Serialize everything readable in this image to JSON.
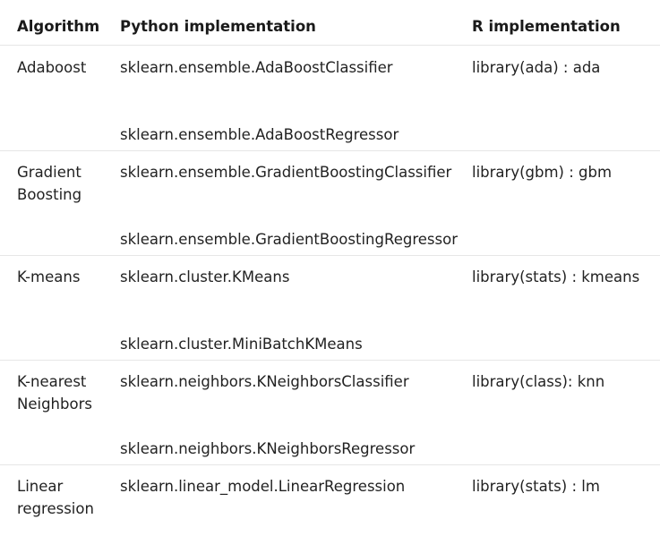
{
  "table": {
    "headers": {
      "algorithm": "Algorithm",
      "python": "Python implementation",
      "r": "R implementation"
    },
    "rows": [
      {
        "algorithm_line1": "Adaboost",
        "algorithm_line2": "",
        "python_1": "sklearn.ensemble.AdaBoostClassifier",
        "python_2": "sklearn.ensemble.AdaBoostRegressor",
        "r": "library(ada) : ada"
      },
      {
        "algorithm_line1": "Gradient",
        "algorithm_line2": "Boosting",
        "python_1": "sklearn.ensemble.GradientBoostingClassifier",
        "python_2": "sklearn.ensemble.GradientBoostingRegressor",
        "r": "library(gbm) : gbm"
      },
      {
        "algorithm_line1": "K-means",
        "algorithm_line2": "",
        "python_1": "sklearn.cluster.KMeans",
        "python_2": "sklearn.cluster.MiniBatchKMeans",
        "r": "library(stats) : kmeans"
      },
      {
        "algorithm_line1": "K-nearest",
        "algorithm_line2": "Neighbors",
        "python_1": "sklearn.neighbors.KNeighborsClassifier",
        "python_2": "sklearn.neighbors.KNeighborsRegressor",
        "r": "library(class): knn"
      },
      {
        "algorithm_line1": "Linear",
        "algorithm_line2": "regression",
        "python_1": "sklearn.linear_model.LinearRegression",
        "python_2": "",
        "r": "library(stats) : lm"
      }
    ]
  }
}
